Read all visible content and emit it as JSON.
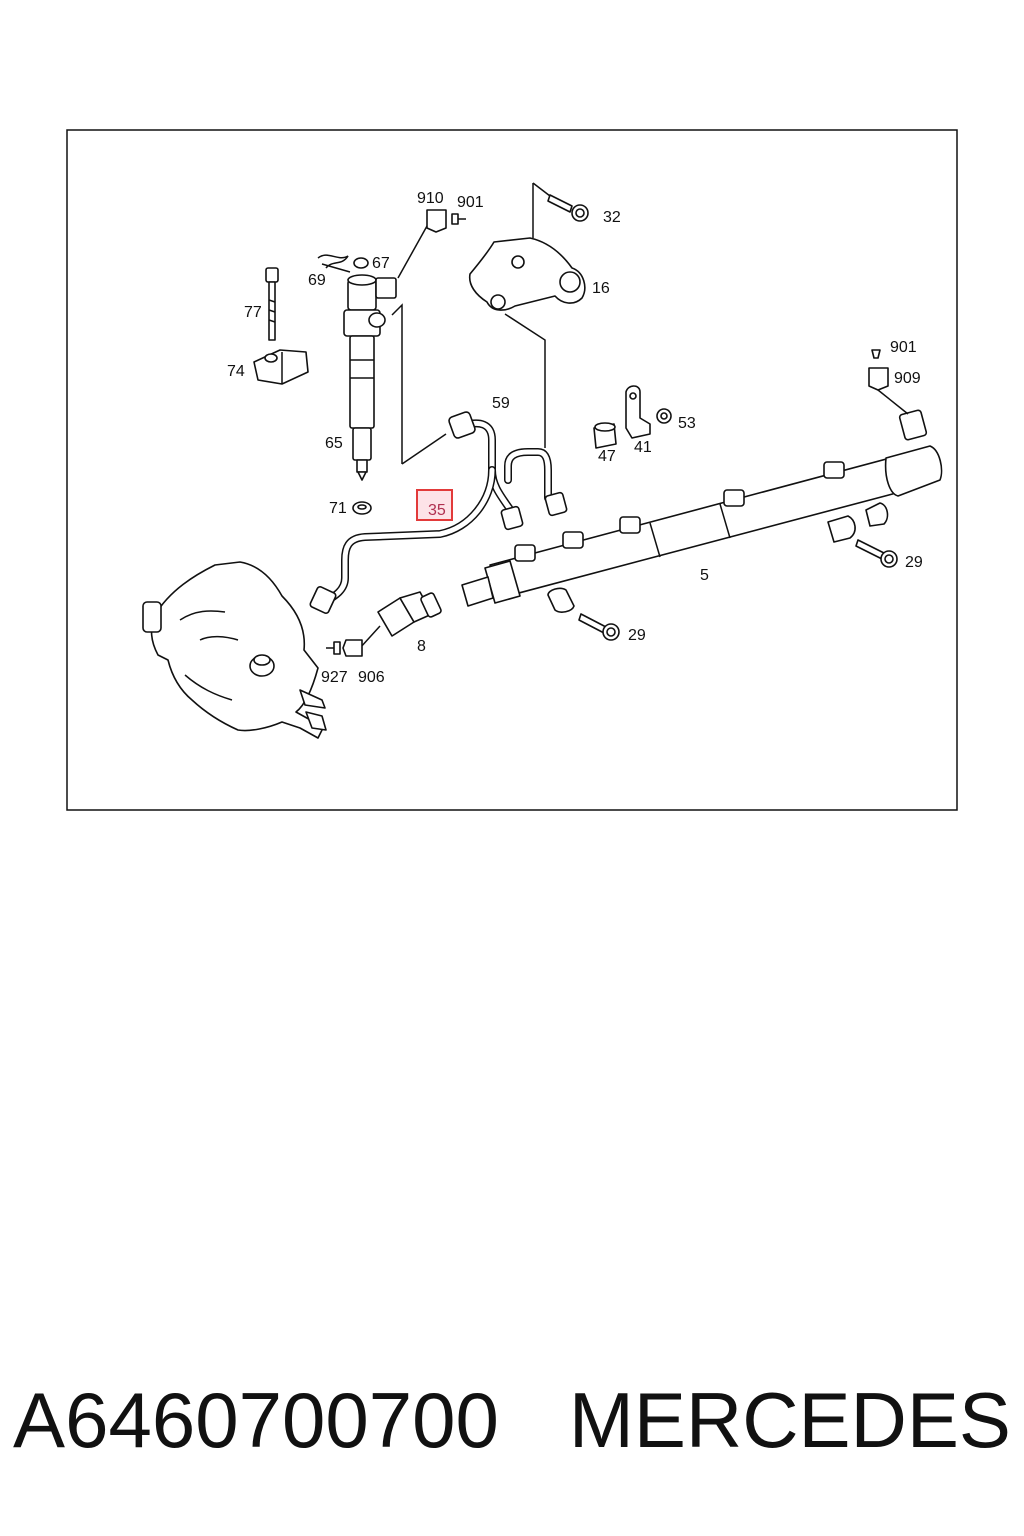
{
  "diagram": {
    "labels": {
      "l910": "910",
      "l901a": "901",
      "l32": "32",
      "l67": "67",
      "l69": "69",
      "l16": "16",
      "l77": "77",
      "l901b": "901",
      "l74": "74",
      "l909": "909",
      "l59": "59",
      "l53": "53",
      "l65": "65",
      "l47": "47",
      "l41": "41",
      "l71": "71",
      "l35": "35",
      "l29a": "29",
      "l5": "5",
      "l29b": "29",
      "l8": "8",
      "l927": "927",
      "l906": "906"
    },
    "highlighted_part": "35",
    "highlight_color": "#e23a3a"
  },
  "caption": {
    "part_number": "A6460700700",
    "brand": "MERCEDES"
  }
}
